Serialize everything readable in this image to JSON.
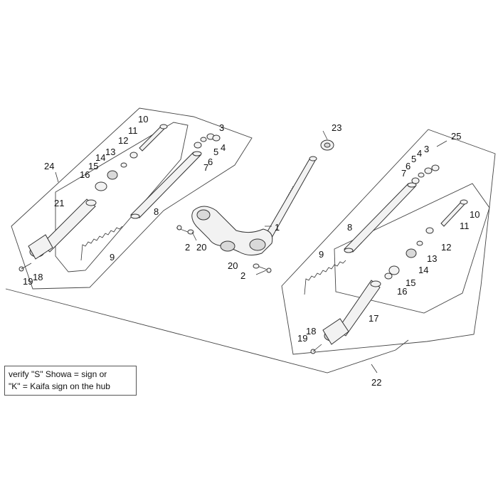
{
  "callouts": {
    "c1": "1",
    "c2a": "2",
    "c2b": "2",
    "c20a": "20",
    "c20b": "20",
    "c23": "23",
    "c24": "24",
    "c25": "25",
    "c22": "22",
    "l3": "3",
    "l4": "4",
    "l5": "5",
    "l6": "6",
    "l7": "7",
    "l8": "8",
    "l9": "9",
    "l10": "10",
    "l11": "11",
    "l12": "12",
    "l13": "13",
    "l14": "14",
    "l15": "15",
    "l16": "16",
    "l18": "18",
    "l19": "19",
    "l21": "21",
    "r3": "3",
    "r4": "4",
    "r5": "5",
    "r6": "6",
    "r7": "7",
    "r8": "8",
    "r9": "9",
    "r10": "10",
    "r11": "11",
    "r12": "12",
    "r13": "13",
    "r14": "14",
    "r15": "15",
    "r16": "16",
    "r17": "17",
    "r18": "18",
    "r19": "19"
  },
  "note": {
    "line1": "verify \"S\" Showa = sign or",
    "line2": "\"K\" = Kaifa sign on the hub"
  }
}
